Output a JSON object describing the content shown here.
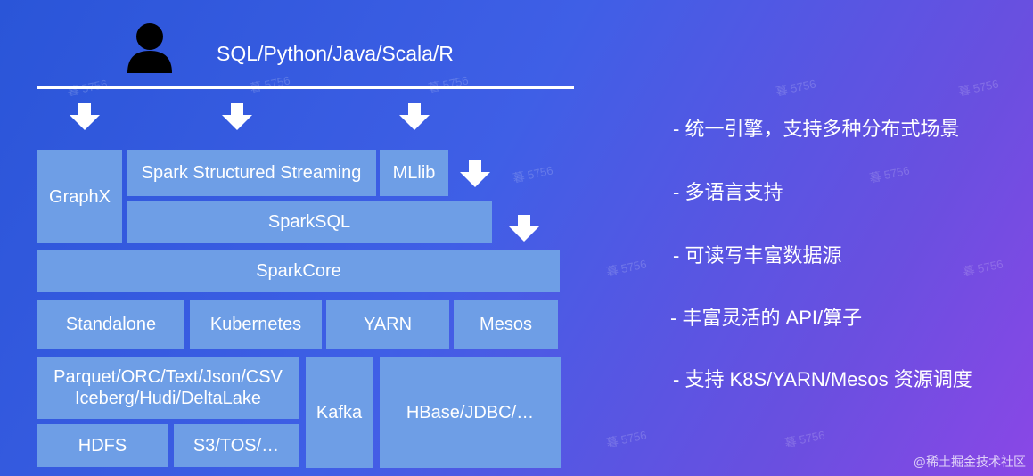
{
  "header": {
    "languages": "SQL/Python/Java/Scala/R"
  },
  "stack": {
    "graphx": "GraphX",
    "streaming": "Spark Structured Streaming",
    "mllib": "MLlib",
    "sparksql": "SparkSQL",
    "sparkcore": "SparkCore",
    "deploy": [
      "Standalone",
      "Kubernetes",
      "YARN",
      "Mesos"
    ],
    "formats_line1": "Parquet/ORC/Text/Json/CSV",
    "formats_line2": "Iceberg/Hudi/DeltaLake",
    "hdfs": "HDFS",
    "s3": "S3/TOS/…",
    "kafka": "Kafka",
    "hbase": "HBase/JDBC/…"
  },
  "bullets": [
    "- 统一引擎，支持多种分布式场景",
    "- 多语言支持",
    "- 可读写丰富数据源",
    "- 丰富灵活的 API/算子",
    "- 支持 K8S/YARN/Mesos 资源调度"
  ],
  "watermark": {
    "text": "暮 5756",
    "corner": "@稀土掘金技术社区"
  },
  "colors": {
    "block": "#6e9ee6",
    "background_start": "#2a55d8",
    "background_end": "#8a47e6"
  },
  "icons": {
    "user": "person-icon",
    "arrow": "arrow-down-icon"
  }
}
